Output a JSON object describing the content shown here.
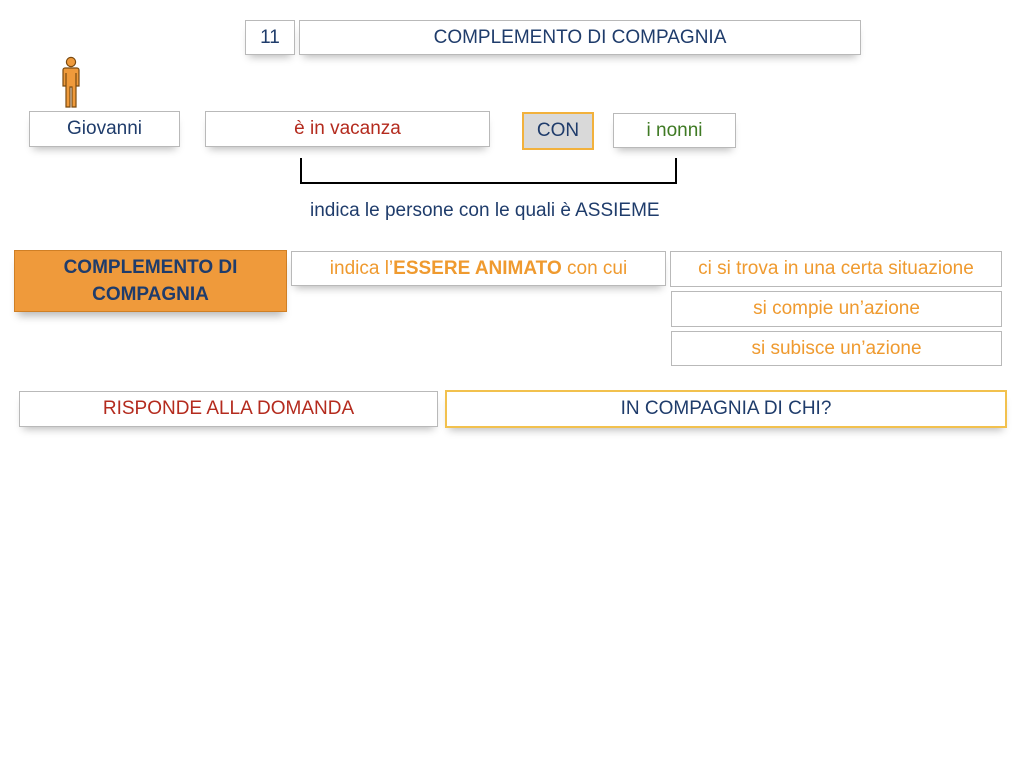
{
  "header": {
    "number": "11",
    "title": "COMPLEMENTO DI COMPAGNIA"
  },
  "sentence": {
    "subject": "Giovanni",
    "predicate": "è in vacanza",
    "preposition": "CON",
    "complement": "i nonni"
  },
  "explanation": "indica le persone con le quali è ASSIEME",
  "definition": {
    "label_line1": "COMPLEMENTO DI",
    "label_line2": "COMPAGNIA",
    "prefix": "indica l’",
    "emphasis": "ESSERE ANIMATO",
    "suffix": " con cui",
    "situations": [
      "ci si trova in una certa situazione",
      "si compie un’azione",
      "si subisce un’azione"
    ]
  },
  "question": {
    "label": "RISPONDE ALLA DOMANDA",
    "text": "IN COMPAGNIA DI CHI?"
  },
  "colors": {
    "navy": "#1f3c6b",
    "red": "#b42b1e",
    "green": "#3f7a24",
    "orange": "#ef9a3b",
    "gold_border": "#f2b13c",
    "con_fill": "#d9d9d9"
  },
  "icons": {
    "person": "person-icon"
  }
}
